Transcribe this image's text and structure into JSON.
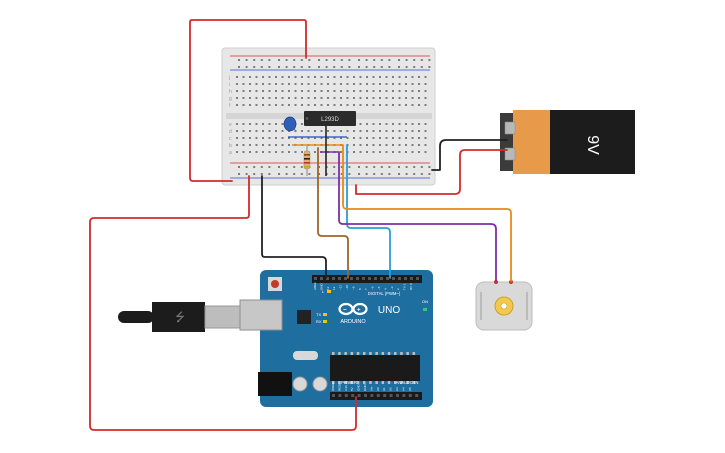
{
  "ic": {
    "label": "L293D"
  },
  "battery": {
    "label": "9V"
  },
  "arduino": {
    "brand": "ARDUINO",
    "model": "UNO",
    "digital_label": "DIGITAL (PWM~)",
    "power_label": "POWER",
    "analog_label": "ANALOG IN",
    "on_label": "ON",
    "tx_label": "TX",
    "rx_label": "RX",
    "l_label": "L",
    "pin_labels_top": [
      "AREF",
      "GND",
      "13",
      "12",
      "~11",
      "~10",
      "~9",
      "8",
      "7",
      "~6",
      "~5",
      "4",
      "~3",
      "2",
      "TX 1",
      "RX 0"
    ],
    "pin_labels_bottom": [
      "IOREF",
      "RESET",
      "3.3V",
      "5V",
      "GND",
      "GND",
      "Vin",
      "A0",
      "A1",
      "A2",
      "A3",
      "A4",
      "A5"
    ]
  },
  "breadboard": {
    "row_labels_top": [
      "j",
      "i",
      "h",
      "g",
      "f"
    ],
    "row_labels_bottom": [
      "e",
      "d",
      "c",
      "b",
      "a"
    ]
  },
  "colors": {
    "wire_red": "#d42a2a",
    "wire_black": "#222222",
    "wire_orange": "#e88a1a",
    "wire_purple": "#7b2fa8",
    "wire_blue": "#2a9fd6",
    "wire_brown": "#a0642a",
    "arduino_board": "#1f6ea0",
    "battery_body": "#e79a4a",
    "battery_cap": "#222222",
    "breadboard": "#e4e4e4"
  }
}
